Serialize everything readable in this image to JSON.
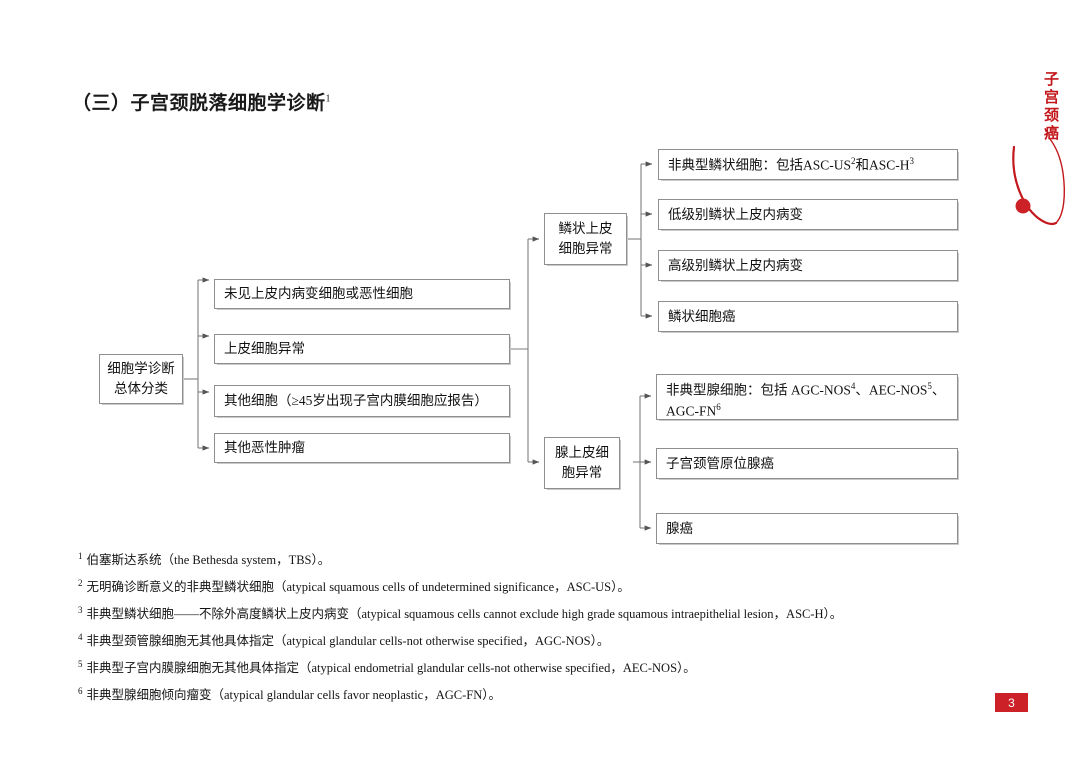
{
  "document": {
    "title": "（三）子宫颈脱落细胞学诊断",
    "title_superscript": "1",
    "page_number": "3",
    "corner_label": "子宫颈癌",
    "accent_color": "#c2181c",
    "page_badge_color": "#cc2127",
    "box_border_color": "#8e8e8e"
  },
  "diagram": {
    "type": "tree-flowchart",
    "root": {
      "label": "细胞学诊断\n总体分类"
    },
    "root_label_line1": "细胞学诊断",
    "root_label_line2": "总体分类",
    "level1": [
      {
        "id": "no-lesion",
        "label": "未见上皮内病变细胞或恶性细胞"
      },
      {
        "id": "epithelial-abnormal",
        "label": "上皮细胞异常"
      },
      {
        "id": "other-cells",
        "label": "其他细胞（≥45岁出现子宫内膜细胞应报告）"
      },
      {
        "id": "other-malignant",
        "label": "其他恶性肿瘤"
      }
    ],
    "level2": [
      {
        "id": "squamous-abnormal",
        "line1": "鳞状上皮",
        "line2": "细胞异常"
      },
      {
        "id": "glandular-abnormal",
        "line1": "腺上皮细",
        "line2": "胞异常"
      }
    ],
    "level3_squamous": [
      {
        "id": "asc",
        "prefix": "非典型鳞状细胞：包括ASC-US",
        "sup1": "2",
        "mid": "和ASC-H",
        "sup2": "3",
        "suffix": ""
      },
      {
        "id": "lsil",
        "label": "低级别鳞状上皮内病变"
      },
      {
        "id": "hsil",
        "label": "高级别鳞状上皮内病变"
      },
      {
        "id": "scc",
        "label": "鳞状细胞癌"
      }
    ],
    "level3_glandular": [
      {
        "id": "agc",
        "line1_a": "非典型腺细胞：包括 AGC-NOS",
        "line1_sup1": "4",
        "line1_b": "、AEC-NOS",
        "line1_sup2": "5",
        "line1_c": "、",
        "line2_a": "AGC-FN",
        "line2_sup": "6"
      },
      {
        "id": "ais",
        "label": "子宫颈管原位腺癌"
      },
      {
        "id": "adenocarcinoma",
        "label": "腺癌"
      }
    ]
  },
  "footnotes": [
    {
      "mark": "1",
      "text": "伯塞斯达系统（the Bethesda system，TBS）。"
    },
    {
      "mark": "2",
      "text": "无明确诊断意义的非典型鳞状细胞（atypical squamous cells of undetermined significance，ASC-US）。"
    },
    {
      "mark": "3",
      "text": "非典型鳞状细胞——不除外高度鳞状上皮内病变（atypical squamous cells cannot exclude high grade squamous intraepithelial lesion，ASC-H）。"
    },
    {
      "mark": "4",
      "text": "非典型颈管腺细胞无其他具体指定（atypical glandular cells-not otherwise specified，AGC-NOS）。"
    },
    {
      "mark": "5",
      "text": "非典型子宫内膜腺细胞无其他具体指定（atypical endometrial glandular cells-not otherwise specified，AEC-NOS）。"
    },
    {
      "mark": "6",
      "text": "非典型腺细胞倾向瘤变（atypical glandular cells favor neoplastic，AGC-FN）。"
    }
  ]
}
